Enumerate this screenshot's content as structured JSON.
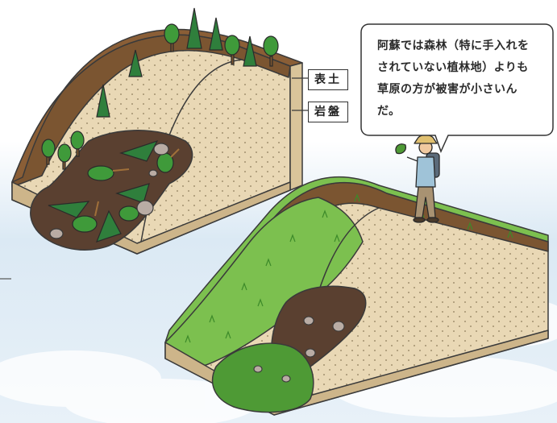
{
  "labels": {
    "topsoil": "表土",
    "bedrock": "岩盤"
  },
  "speech_bubble": {
    "text": "阿蘇では森林（特に手入れをされていない植林地）よりも草原の方が被害が小さいんだ。"
  },
  "colors": {
    "sky": "#dbe9f4",
    "topsoil_forest": "#7b5531",
    "bedrock": "#e9d8b5",
    "grass": "#7cc04f",
    "grass_dark": "#4e9a35",
    "landslide_mud": "#5a4030",
    "tree_green": "#3f9a3a",
    "cedar_green": "#2f7f3c",
    "rock": "#b9aca4",
    "outline": "#3a3a3a"
  },
  "icons": [
    "deciduous-tree-icon",
    "cedar-tree-icon",
    "rock-icon",
    "hiker-icon",
    "leaf-icon"
  ]
}
